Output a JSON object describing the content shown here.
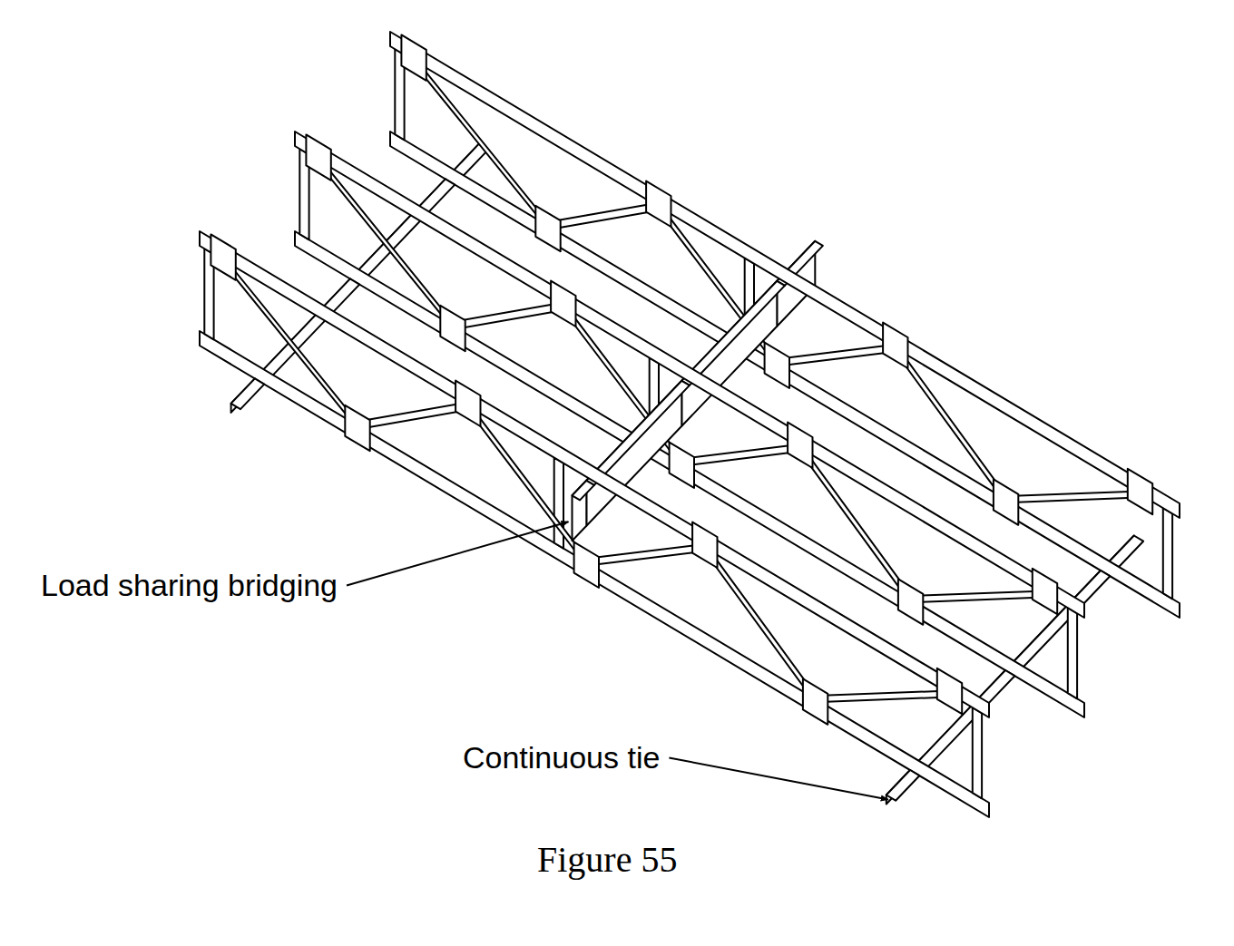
{
  "diagram": {
    "caption": "Figure 55",
    "labels": [
      "Load sharing bridging",
      "Continuous tie"
    ]
  }
}
